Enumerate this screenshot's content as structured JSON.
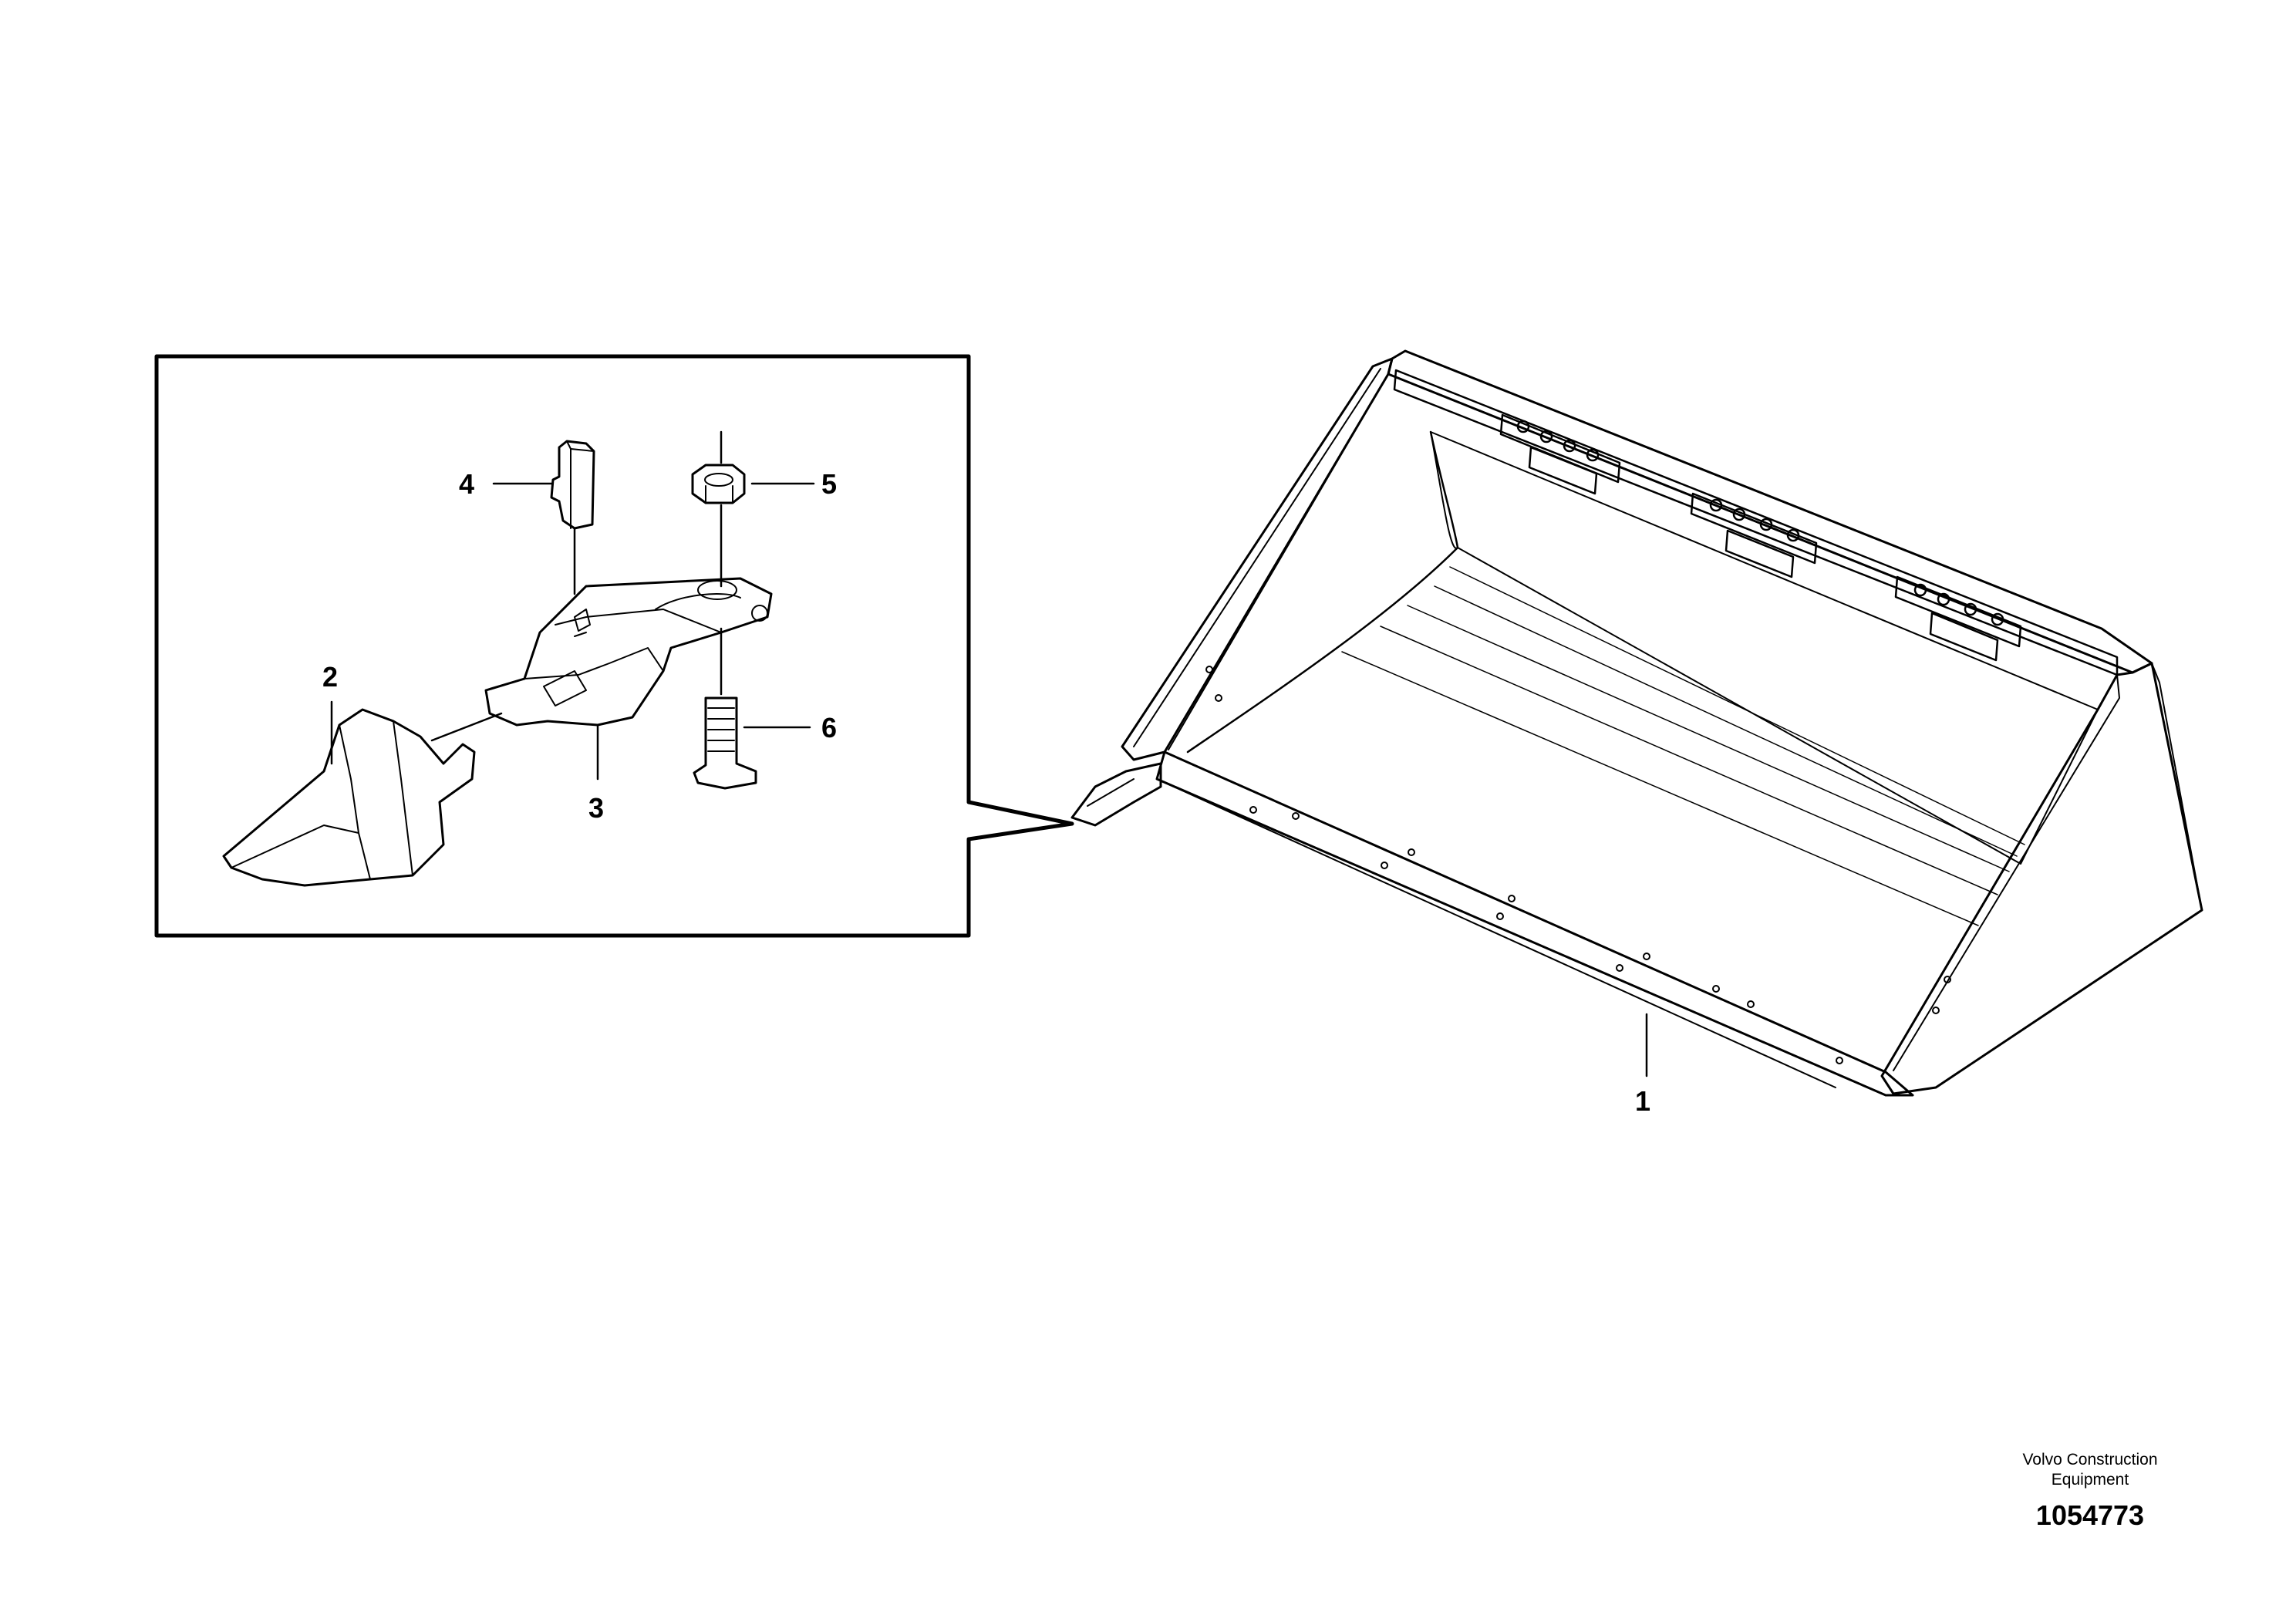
{
  "callouts": {
    "c1": "1",
    "c2": "2",
    "c3": "3",
    "c4": "4",
    "c5": "5",
    "c6": "6"
  },
  "footer": {
    "maker_line1": "Volvo Construction",
    "maker_line2": "Equipment",
    "document_number": "1054773"
  }
}
